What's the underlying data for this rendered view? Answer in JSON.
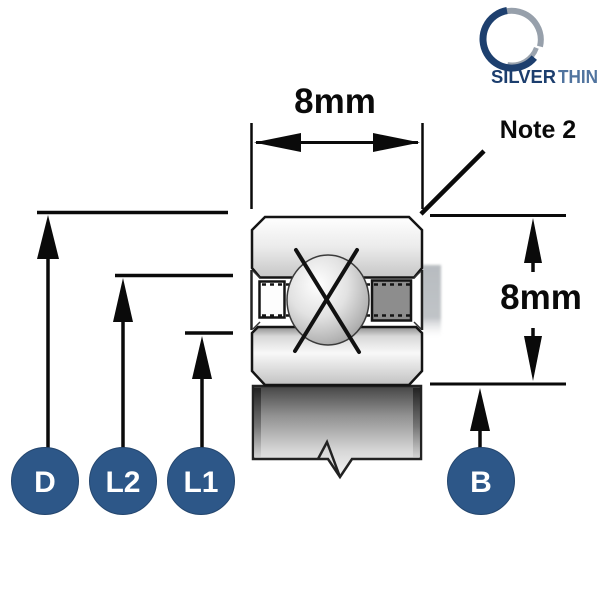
{
  "logo": {
    "brand_primary": "SILVER",
    "brand_secondary": "THIN"
  },
  "diagram": {
    "dim_width": {
      "label": "8mm"
    },
    "dim_height": {
      "label": "8mm"
    },
    "note": {
      "label": "Note 2"
    },
    "callouts": {
      "d": "D",
      "l2": "L2",
      "l1": "L1",
      "b": "B"
    },
    "colors": {
      "callout_blue": "#2d5788",
      "logo_navy": "#1c3e6e",
      "logo_slate": "#51749f",
      "logo_gray": "#97a0ab",
      "line_black": "#0a0a0a",
      "retainer_gray": "#8d8d8d"
    }
  }
}
